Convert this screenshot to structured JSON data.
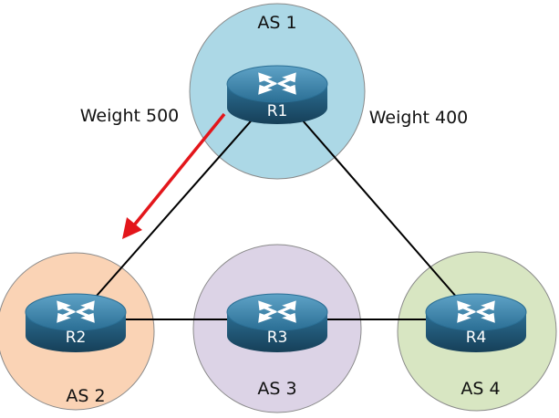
{
  "autonomous_systems": [
    {
      "id": "as1",
      "label": "AS 1",
      "color": "#acd8e6",
      "router": "R1"
    },
    {
      "id": "as2",
      "label": "AS 2",
      "color": "#fad3b5",
      "router": "R2"
    },
    {
      "id": "as3",
      "label": "AS 3",
      "color": "#dcd3e6",
      "router": "R3"
    },
    {
      "id": "as4",
      "label": "AS 4",
      "color": "#d8e6c2",
      "router": "R4"
    }
  ],
  "weights": {
    "to_r2": "Weight 500",
    "to_r4": "Weight 400"
  },
  "arrow_color": "#e3161b",
  "router_icon": "router-icon"
}
